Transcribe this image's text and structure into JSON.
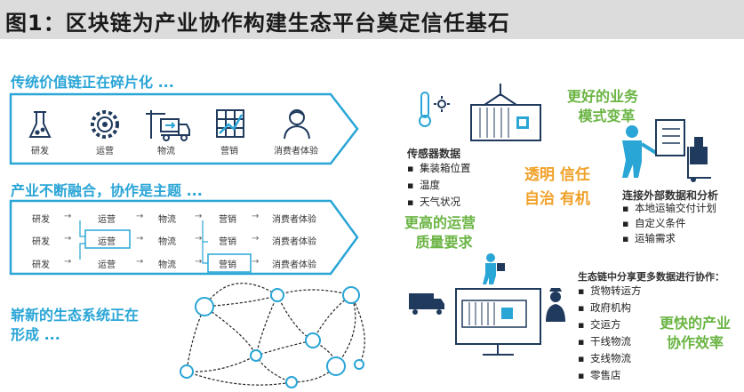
{
  "title": "图1：区块链为产业协作构建生态平台奠定信任基石",
  "section1": {
    "heading": "传统价值链正在碎片化 ...",
    "icons": [
      {
        "label": "研发",
        "icon": "flask-icon"
      },
      {
        "label": "运营",
        "icon": "gear-icon"
      },
      {
        "label": "物流",
        "icon": "truck-crane-icon"
      },
      {
        "label": "营销",
        "icon": "grid-icon"
      },
      {
        "label": "消费者体验",
        "icon": "person-icon"
      }
    ]
  },
  "section2": {
    "heading": "产业不断融合，协作是主题 ...",
    "rows": [
      [
        "研发",
        "运营",
        "物流",
        "营销",
        "消费者体验"
      ],
      [
        "研发",
        "运营",
        "物流",
        "营销",
        "消费者体验"
      ],
      [
        "研发",
        "运营",
        "物流",
        "营销",
        "消费者体验"
      ]
    ]
  },
  "section3": {
    "heading_line1": "崭新的生态系统正在",
    "heading_line2": "形成 ..."
  },
  "right": {
    "sensor_title": "传感器数据",
    "sensor_items": [
      "集装箱位置",
      "温度",
      "天气状况"
    ],
    "better_business_1": "更好的业务",
    "better_business_2": "模式变革",
    "connect_title": "连接外部数据和分析",
    "connect_items": [
      "本地运输交付计划",
      "自定义条件",
      "运输需求"
    ],
    "trust_1": "透明  信任",
    "trust_2": "自治  有机",
    "higher_ops_1": "更高的运营",
    "higher_ops_2": "质量要求",
    "share_title": "生态链中分享更多数据进行协作：",
    "share_items": [
      "货物转运方",
      "政府机构",
      "交运方",
      "干线物流",
      "支线物流",
      "零售店"
    ],
    "faster_1": "更快的产业",
    "faster_2": "协作效率"
  },
  "colors": {
    "blue": "#29a5d6",
    "green": "#6ab443",
    "orange": "#f0a129",
    "dark": "#1f3a5c"
  }
}
